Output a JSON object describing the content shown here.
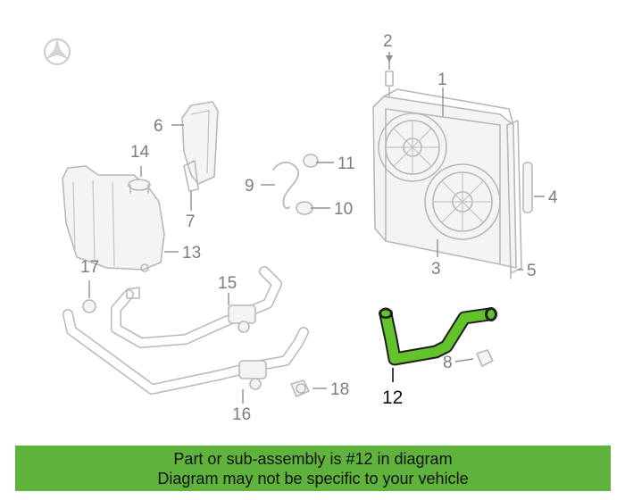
{
  "colors": {
    "highlight": "#63c32b",
    "banner_bg": "#5fb33c",
    "line_art": "#b8b8b8"
  },
  "logo": {
    "kind": "three-pointed-star-logo",
    "color": "#cfcfcf"
  },
  "highlighted_part": "12",
  "callouts": {
    "c1": "1",
    "c2": "2",
    "c3": "3",
    "c4": "4",
    "c5": "5",
    "c6": "6",
    "c7": "7",
    "c8": "8",
    "c9": "9",
    "c10": "10",
    "c11": "11",
    "c12": "12",
    "c13": "13",
    "c14": "14",
    "c15": "15",
    "c16": "16",
    "c17": "17",
    "c18": "18"
  },
  "banner": {
    "line1": "Part or sub-assembly is #12 in diagram",
    "line2": "Diagram may not be specific to your vehicle"
  }
}
